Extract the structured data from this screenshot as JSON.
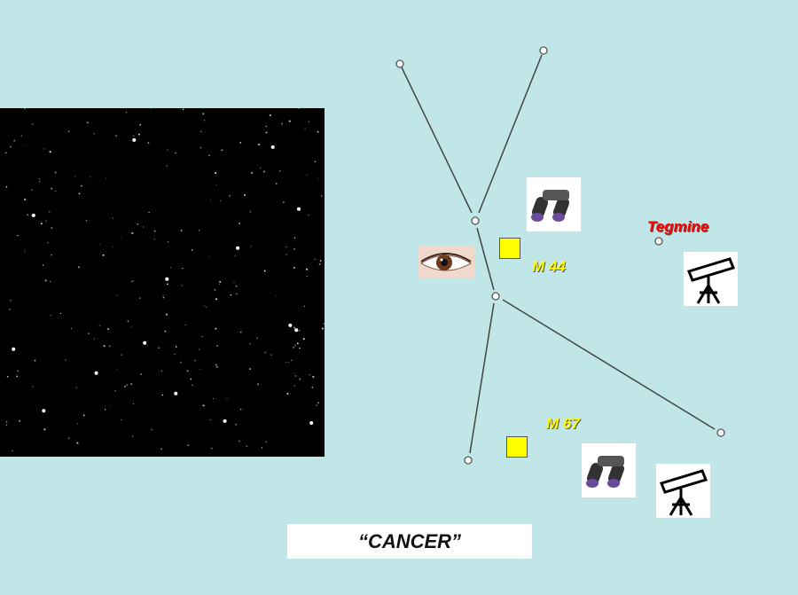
{
  "title": "“CANCER”",
  "labels": {
    "m44": "M 44",
    "m67": "M 67",
    "tegmine": "Tegmine"
  },
  "colors": {
    "background": "#c0e6e8",
    "tegmine": "#ff0000",
    "messier": "#ffff00",
    "marker": "#ffff00"
  },
  "icons": {
    "m44_naked_eye": "eye-icon",
    "m44_binoculars": "binoculars-icon",
    "tegmine_telescope": "telescope-icon",
    "m67_binoculars": "binoculars-icon",
    "m67_telescope": "telescope-icon"
  }
}
